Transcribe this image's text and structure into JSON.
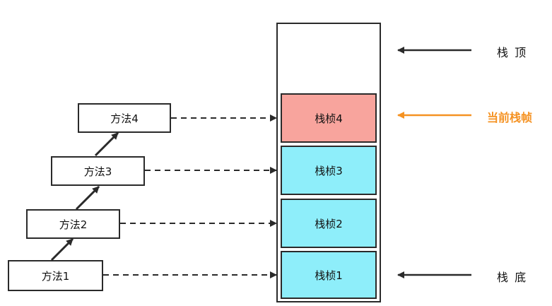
{
  "methods": [
    {
      "label": "方法1"
    },
    {
      "label": "方法2"
    },
    {
      "label": "方法3"
    },
    {
      "label": "方法4"
    }
  ],
  "frames": [
    {
      "label": "栈桢1",
      "fill": "#8eeefa"
    },
    {
      "label": "栈桢2",
      "fill": "#8eeefa"
    },
    {
      "label": "栈桢3",
      "fill": "#8eeefa"
    },
    {
      "label": "栈桢4",
      "fill": "#f8a49d"
    }
  ],
  "labels": {
    "top": "栈 顶",
    "bottom": "栈 底",
    "current": "当前栈帧"
  },
  "colors": {
    "current_arrow": "#f59222",
    "arrow": "#2a2a2a"
  }
}
